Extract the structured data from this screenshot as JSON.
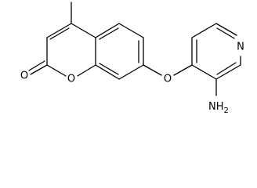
{
  "molecule": {
    "atom_labels": {
      "carbonyl_oxygen": "O",
      "ring_oxygen": "O",
      "ether_oxygen": "O",
      "pyridine_nitrogen": "N",
      "amino_group": "NH2",
      "amino_prefix": "NH",
      "amino_subscript": "2"
    },
    "colors": {
      "bond": "#000000",
      "label": "#000000",
      "background": "#ffffff"
    }
  }
}
